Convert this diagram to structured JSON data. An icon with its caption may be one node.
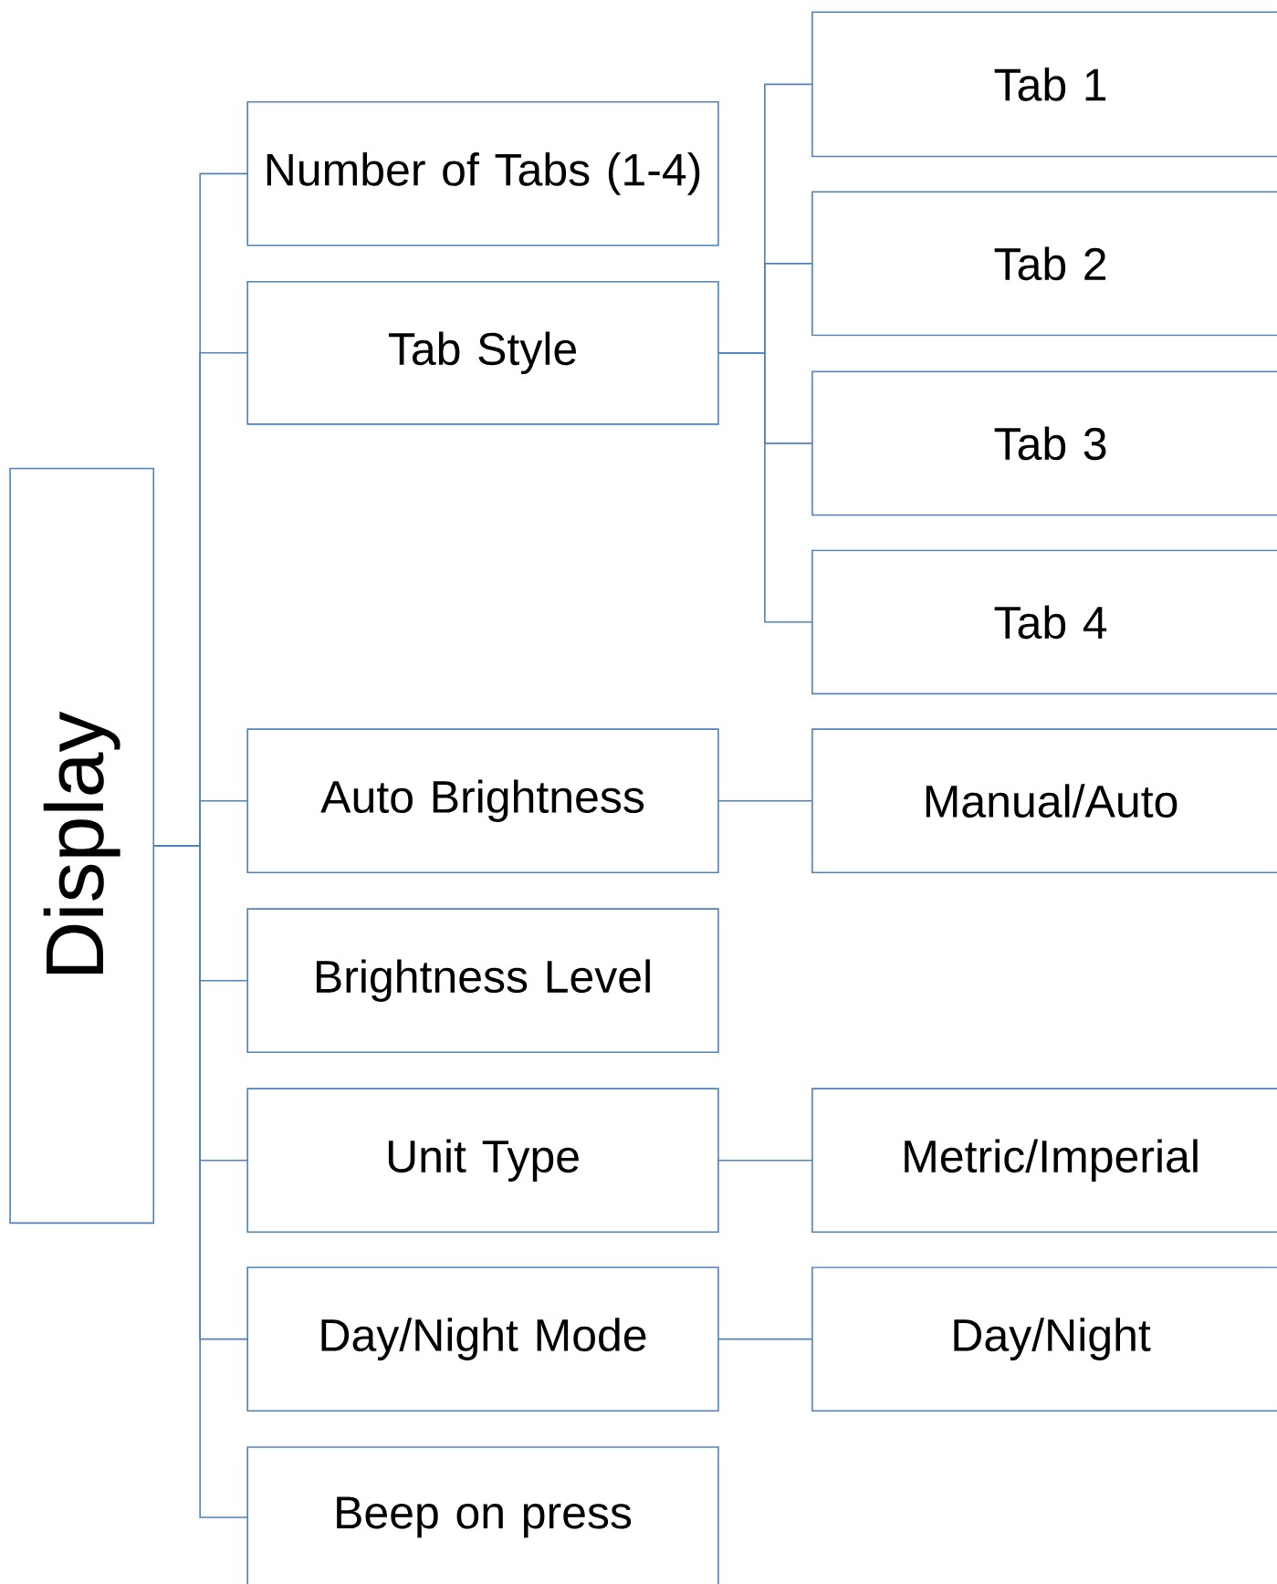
{
  "diagram": {
    "nodes": [
      {
        "text": [
          "Display"
        ]
      },
      {
        "text": [
          "Number of Tabs (1-4)"
        ]
      },
      {
        "text": [
          "Tab Style"
        ]
      },
      {
        "text": [
          "Auto Brightness"
        ]
      },
      {
        "text": [
          "Brightness Level"
        ]
      },
      {
        "text": [
          "Unit Type"
        ]
      },
      {
        "text": [
          "Day/Night Mode"
        ]
      },
      {
        "text": [
          "Beep on press"
        ]
      },
      {
        "text": [
          "Tab 1"
        ]
      },
      {
        "text": [
          "Tab 2"
        ]
      },
      {
        "text": [
          "Tab 3"
        ]
      },
      {
        "text": [
          "Tab 4"
        ]
      },
      {
        "text": [
          "Manual/Auto"
        ]
      },
      {
        "text": [
          "Metric/Imperial"
        ]
      },
      {
        "text": [
          "Day/Night"
        ]
      }
    ],
    "edges": [
      {
        "from": 0,
        "to": 1,
        "arrow": "none"
      },
      {
        "from": 0,
        "to": 2,
        "arrow": "none"
      },
      {
        "from": 0,
        "to": 3,
        "arrow": "none"
      },
      {
        "from": 0,
        "to": 4,
        "arrow": "none"
      },
      {
        "from": 0,
        "to": 5,
        "arrow": "none"
      },
      {
        "from": 0,
        "to": 6,
        "arrow": "none"
      },
      {
        "from": 0,
        "to": 7,
        "arrow": "none"
      },
      {
        "from": 2,
        "to": 8,
        "arrow": "none"
      },
      {
        "from": 2,
        "to": 9,
        "arrow": "none"
      },
      {
        "from": 2,
        "to": 10,
        "arrow": "none"
      },
      {
        "from": 2,
        "to": 11,
        "arrow": "none"
      },
      {
        "from": 3,
        "to": 12,
        "arrow": "none"
      },
      {
        "from": 5,
        "to": 13,
        "arrow": "none"
      },
      {
        "from": 6,
        "to": 14,
        "arrow": "none"
      }
    ]
  }
}
